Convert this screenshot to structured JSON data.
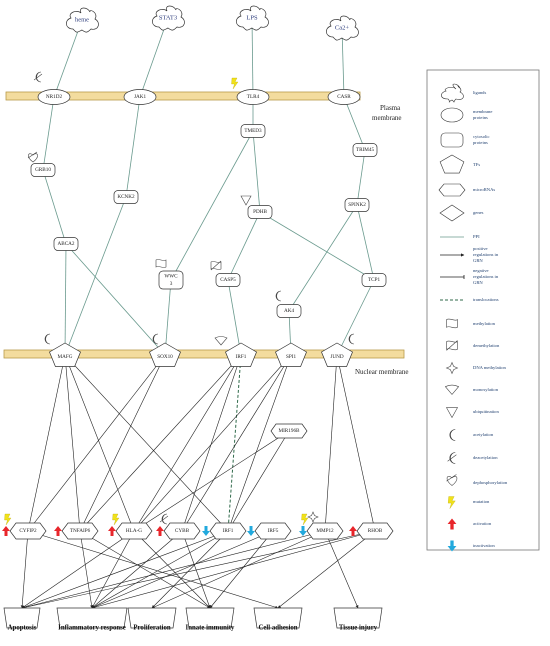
{
  "ligands": [
    {
      "id": "heme",
      "label": "heme"
    },
    {
      "id": "stat3",
      "label": "STAT3"
    },
    {
      "id": "lps",
      "label": "LPS"
    },
    {
      "id": "ca",
      "label": "Ca2+"
    }
  ],
  "membrane_proteins": [
    {
      "id": "nr1d2",
      "label": "NR1D2"
    },
    {
      "id": "jak1",
      "label": "JAK1"
    },
    {
      "id": "tlr4",
      "label": "TLR4"
    },
    {
      "id": "casr",
      "label": "CASR"
    }
  ],
  "cytosolic_proteins": [
    {
      "id": "grb10",
      "label": "GRB10"
    },
    {
      "id": "kcnk2",
      "label": "KCNK2"
    },
    {
      "id": "abca2",
      "label": "ABCA2"
    },
    {
      "id": "tmed3",
      "label": "TMED3"
    },
    {
      "id": "pdhb",
      "label": "PDHB"
    },
    {
      "id": "wwc3",
      "label": "WWC3"
    },
    {
      "id": "casp5",
      "label": "CASP5"
    },
    {
      "id": "trim45",
      "label": "TRIM45"
    },
    {
      "id": "spink2",
      "label": "SPINK2"
    },
    {
      "id": "ak4",
      "label": "AK4"
    },
    {
      "id": "tcp1",
      "label": "TCP1"
    }
  ],
  "tfs": [
    {
      "id": "mafg",
      "label": "MAFG"
    },
    {
      "id": "sox10",
      "label": "SOX10"
    },
    {
      "id": "irf1",
      "label": "IRF1"
    },
    {
      "id": "spi1",
      "label": "SPI1"
    },
    {
      "id": "jund",
      "label": "JUND"
    }
  ],
  "micrornas": [
    {
      "id": "mir",
      "label": "MIR196B"
    }
  ],
  "genes": [
    {
      "id": "cyfip2",
      "label": "CYFIP2"
    },
    {
      "id": "tnfaip6",
      "label": "TNFAIP6"
    },
    {
      "id": "hlag",
      "label": "HLA-G"
    },
    {
      "id": "cybb",
      "label": "CYBB"
    },
    {
      "id": "irf1g",
      "label": "IRF1"
    },
    {
      "id": "irf5",
      "label": "IRF5"
    },
    {
      "id": "mmp12",
      "label": "MMP12"
    },
    {
      "id": "rhob",
      "label": "RHOB"
    }
  ],
  "outcomes": [
    {
      "id": "apoptosis",
      "label": "Apoptosis"
    },
    {
      "id": "inflammatory",
      "label": "Inflammatory response"
    },
    {
      "id": "proliferation",
      "label": "Proliferation"
    },
    {
      "id": "innate",
      "label": "Innate immunity"
    },
    {
      "id": "adhesion",
      "label": "Cell adhesion"
    },
    {
      "id": "tissue",
      "label": "Tissue injury"
    }
  ],
  "membranes": {
    "plasma_line1": "Plasma",
    "plasma_line2": "membrane",
    "nuclear": "Nuclear membrane"
  },
  "interactions": [
    {
      "from": "heme",
      "to": "nr1d2",
      "type": "ppi"
    },
    {
      "from": "stat3",
      "to": "jak1",
      "type": "ppi"
    },
    {
      "from": "lps",
      "to": "tlr4",
      "type": "ppi"
    },
    {
      "from": "ca",
      "to": "casr",
      "type": "ppi"
    },
    {
      "from": "nr1d2",
      "to": "grb10",
      "type": "ppi"
    },
    {
      "from": "grb10",
      "to": "abca2",
      "type": "ppi"
    },
    {
      "from": "abca2",
      "to": "mafg",
      "type": "ppi"
    },
    {
      "from": "abca2",
      "to": "sox10",
      "type": "ppi"
    },
    {
      "from": "jak1",
      "to": "kcnk2",
      "type": "ppi"
    },
    {
      "from": "kcnk2",
      "to": "mafg",
      "type": "ppi"
    },
    {
      "from": "tlr4",
      "to": "tmed3",
      "type": "ppi"
    },
    {
      "from": "tmed3",
      "to": "pdhb",
      "type": "ppi"
    },
    {
      "from": "tmed3",
      "to": "wwc3",
      "type": "ppi"
    },
    {
      "from": "pdhb",
      "to": "casp5",
      "type": "ppi"
    },
    {
      "from": "pdhb",
      "to": "tcp1",
      "type": "ppi"
    },
    {
      "from": "casr",
      "to": "trim45",
      "type": "ppi"
    },
    {
      "from": "trim45",
      "to": "spink2",
      "type": "ppi"
    },
    {
      "from": "spink2",
      "to": "ak4",
      "type": "ppi"
    },
    {
      "from": "spink2",
      "to": "tcp1",
      "type": "ppi"
    },
    {
      "from": "wwc3",
      "to": "sox10",
      "type": "ppi"
    },
    {
      "from": "casp5",
      "to": "irf1",
      "type": "ppi"
    },
    {
      "from": "ak4",
      "to": "spi1",
      "type": "ppi"
    },
    {
      "from": "tcp1",
      "to": "jund",
      "type": "ppi"
    },
    {
      "from": "mafg",
      "to": "cyfip2",
      "type": "positive"
    },
    {
      "from": "mafg",
      "to": "tnfaip6",
      "type": "positive"
    },
    {
      "from": "mafg",
      "to": "hlag",
      "type": "positive"
    },
    {
      "from": "mafg",
      "to": "irf1g",
      "type": "positive"
    },
    {
      "from": "sox10",
      "to": "cyfip2",
      "type": "positive"
    },
    {
      "from": "sox10",
      "to": "tnfaip6",
      "type": "positive"
    },
    {
      "from": "irf1",
      "to": "tnfaip6",
      "type": "positive"
    },
    {
      "from": "irf1",
      "to": "hlag",
      "type": "positive"
    },
    {
      "from": "irf1",
      "to": "cybb",
      "type": "positive"
    },
    {
      "from": "irf1",
      "to": "irf1g",
      "type": "translocation"
    },
    {
      "from": "spi1",
      "to": "cybb",
      "type": "positive"
    },
    {
      "from": "spi1",
      "to": "hlag",
      "type": "positive"
    },
    {
      "from": "spi1",
      "to": "irf1g",
      "type": "positive"
    },
    {
      "from": "mir",
      "to": "irf1g",
      "type": "negative"
    },
    {
      "from": "mir",
      "to": "hlag",
      "type": "negative"
    },
    {
      "from": "jund",
      "to": "mmp12",
      "type": "positive"
    },
    {
      "from": "jund",
      "to": "rhob",
      "type": "positive"
    },
    {
      "from": "cyfip2",
      "to": "apoptosis",
      "type": "positive"
    },
    {
      "from": "cyfip2",
      "to": "adhesion",
      "type": "positive"
    },
    {
      "from": "tnfaip6",
      "to": "inflammatory",
      "type": "positive"
    },
    {
      "from": "tnfaip6",
      "to": "innate",
      "type": "positive"
    },
    {
      "from": "hlag",
      "to": "inflammatory",
      "type": "positive"
    },
    {
      "from": "hlag",
      "to": "innate",
      "type": "positive"
    },
    {
      "from": "hlag",
      "to": "apoptosis",
      "type": "positive"
    },
    {
      "from": "cybb",
      "to": "innate",
      "type": "positive"
    },
    {
      "from": "cybb",
      "to": "inflammatory",
      "type": "positive"
    },
    {
      "from": "irf1g",
      "to": "inflammatory",
      "type": "positive"
    },
    {
      "from": "irf1g",
      "to": "proliferation",
      "type": "positive"
    },
    {
      "from": "irf1g",
      "to": "apoptosis",
      "type": "positive"
    },
    {
      "from": "irf5",
      "to": "inflammatory",
      "type": "positive"
    },
    {
      "from": "irf5",
      "to": "innate",
      "type": "positive"
    },
    {
      "from": "mmp12",
      "to": "apoptosis",
      "type": "positive"
    },
    {
      "from": "mmp12",
      "to": "proliferation",
      "type": "positive"
    },
    {
      "from": "mmp12",
      "to": "tissue",
      "type": "positive"
    },
    {
      "from": "rhob",
      "to": "apoptosis",
      "type": "positive"
    },
    {
      "from": "rhob",
      "to": "inflammatory",
      "type": "positive"
    },
    {
      "from": "rhob",
      "to": "adhesion",
      "type": "positive"
    }
  ],
  "modifications": [
    {
      "on": "nr1d2",
      "type": "deacetylation"
    },
    {
      "on": "tlr4",
      "type": "mutation"
    },
    {
      "on": "grb10",
      "type": "dephosphorylation"
    },
    {
      "on": "pdhb",
      "type": "ubiquitination"
    },
    {
      "on": "wwc3",
      "type": "methylation"
    },
    {
      "on": "casp5",
      "type": "demethylation"
    },
    {
      "on": "ak4",
      "type": "acetylation"
    },
    {
      "on": "mafg",
      "type": "acetylation"
    },
    {
      "on": "sox10",
      "type": "acetylation"
    },
    {
      "on": "irf1",
      "type": "monosylation"
    },
    {
      "on": "jund",
      "type": "acetylation"
    },
    {
      "on": "cyfip2",
      "type": "mutation"
    },
    {
      "on": "hlag",
      "type": "mutation"
    },
    {
      "on": "cybb",
      "type": "deacetylation"
    },
    {
      "on": "mmp12",
      "type": "mutation"
    },
    {
      "on": "mmp12",
      "type": "dna-methylation"
    }
  ],
  "regulation_marks": [
    {
      "on": "cyfip2",
      "type": "activation"
    },
    {
      "on": "tnfaip6",
      "type": "activation"
    },
    {
      "on": "hlag",
      "type": "activation"
    },
    {
      "on": "cybb",
      "type": "activation"
    },
    {
      "on": "irf1g",
      "type": "inactivation"
    },
    {
      "on": "irf5",
      "type": "inactivation"
    },
    {
      "on": "mmp12",
      "type": "inactivation"
    },
    {
      "on": "rhob",
      "type": "activation"
    }
  ],
  "legend": {
    "items": [
      {
        "id": "ligands",
        "label": "ligands",
        "symbol": "cloud"
      },
      {
        "id": "membrane",
        "label": "membrane proteins",
        "symbol": "ellipse"
      },
      {
        "id": "cytosolic",
        "label": "cytosolic proteins",
        "symbol": "rounded-rect"
      },
      {
        "id": "tfs",
        "label": "TFs",
        "symbol": "pentagon"
      },
      {
        "id": "mirna",
        "label": "microRNAs",
        "symbol": "hexagon"
      },
      {
        "id": "genes",
        "label": "genes",
        "symbol": "diamond"
      },
      {
        "id": "ppi",
        "label": "PPI",
        "symbol": "line"
      },
      {
        "id": "positive",
        "label": "positive regulations in GRN",
        "symbol": "arrow"
      },
      {
        "id": "negative",
        "label": "negative regulations in GRN",
        "symbol": "bar"
      },
      {
        "id": "translocations",
        "label": "translocations",
        "symbol": "dashed"
      },
      {
        "id": "methylation",
        "label": "methylation",
        "symbol": "methylation"
      },
      {
        "id": "demethylation",
        "label": "demethylation",
        "symbol": "demethylation"
      },
      {
        "id": "dnamethylation",
        "label": "DNA methylation",
        "symbol": "star"
      },
      {
        "id": "monosylation",
        "label": "monosylation",
        "symbol": "monosylation"
      },
      {
        "id": "ubiquitination",
        "label": "ubiquitination",
        "symbol": "triangle"
      },
      {
        "id": "acetylation",
        "label": "acetylation",
        "symbol": "acetylation"
      },
      {
        "id": "deacetylation",
        "label": "deacetylation",
        "symbol": "deacetylation"
      },
      {
        "id": "dephosphorylation",
        "label": "dephosphorylation",
        "symbol": "heart"
      },
      {
        "id": "mutation",
        "label": "mutation",
        "symbol": "bolt"
      },
      {
        "id": "activation",
        "label": "activation",
        "symbol": "up-arrow"
      },
      {
        "id": "inactivation",
        "label": "inactivation",
        "symbol": "down-arrow"
      }
    ]
  },
  "colors": {
    "membrane_fill": "#f3dc9e",
    "membrane_stroke": "#b89a4a",
    "ppi_line": "#6a9a8e",
    "regulation_line": "#222222",
    "translocation_line": "#2f6a4a",
    "mutation": "#f1e21a",
    "activation": "#e8262b",
    "inactivation": "#22a9dd",
    "legend_text": "#1f3f6f",
    "node_stroke": "#333333"
  }
}
